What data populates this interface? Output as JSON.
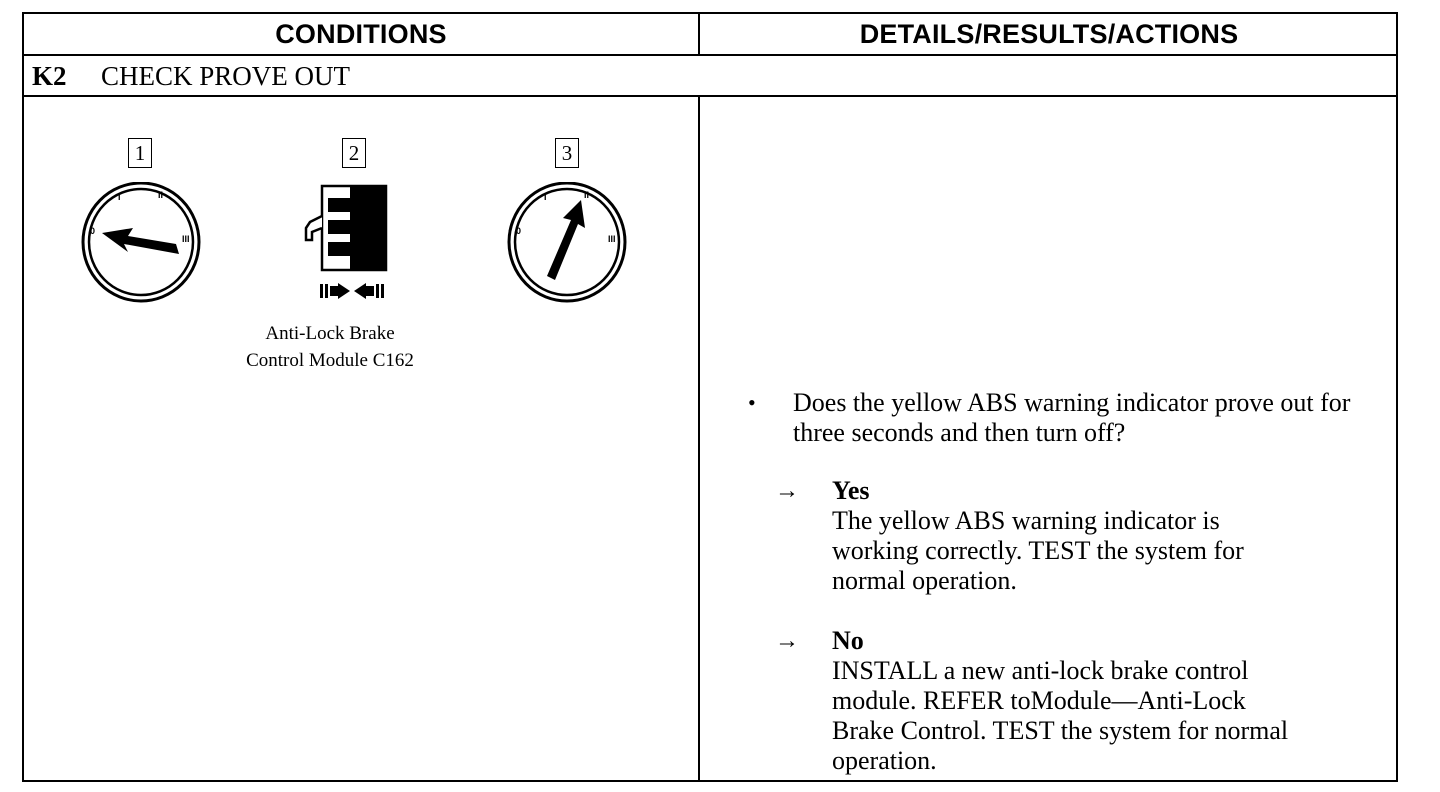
{
  "header": {
    "conditions": "CONDITIONS",
    "details": "DETAILS/RESULTS/ACTIONS"
  },
  "step": {
    "id": "K2",
    "title": "CHECK PROVE OUT"
  },
  "figures": [
    {
      "number": "1",
      "icon": "ignition-switch-off-icon"
    },
    {
      "number": "2",
      "icon": "connector-connect-icon"
    },
    {
      "number": "3",
      "icon": "ignition-switch-run-icon"
    }
  ],
  "ignition_marks": [
    "0",
    "I",
    "II",
    "III"
  ],
  "caption": {
    "line1": "Anti-Lock Brake",
    "line2": "Control Module C162"
  },
  "question": "Does the yellow ABS warning indicator prove out for three seconds and then turn off?",
  "answers": {
    "yes": {
      "label": "Yes",
      "lines": [
        "The yellow ABS warning indicator is",
        "working correctly. TEST the system for",
        "normal operation."
      ]
    },
    "no": {
      "label": "No",
      "lines": [
        "INSTALL a new anti-lock brake control",
        "module. REFER toModule—Anti-Lock",
        "Brake Control. TEST the system for normal",
        "operation."
      ]
    }
  },
  "glyphs": {
    "bullet": "•",
    "arrow": "→"
  }
}
